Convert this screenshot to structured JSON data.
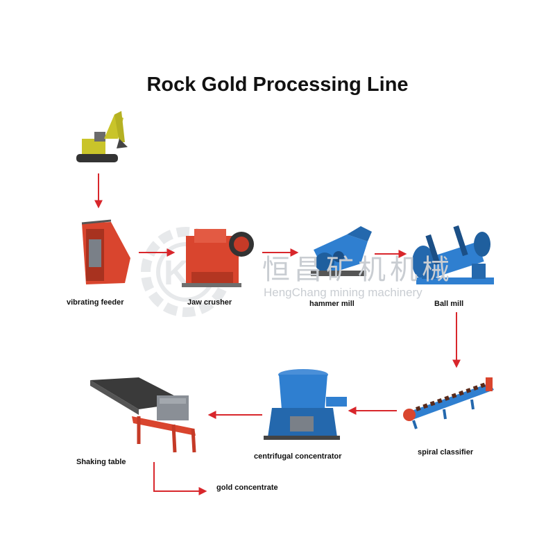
{
  "title": "Rock Gold Processing Line",
  "watermark": {
    "chinese": "恒昌矿机机械",
    "english": "HengChang mining machinery"
  },
  "steps": [
    {
      "id": "excavator",
      "label": ""
    },
    {
      "id": "vibrating-feeder",
      "label": "vibrating feeder"
    },
    {
      "id": "jaw-crusher",
      "label": "Jaw crusher"
    },
    {
      "id": "hammer-mill",
      "label": "hammer mill"
    },
    {
      "id": "ball-mill",
      "label": "Ball mill"
    },
    {
      "id": "spiral-classifier",
      "label": "spiral classifier"
    },
    {
      "id": "centrifugal-concentrator",
      "label": "centrifugal concentrator"
    },
    {
      "id": "shaking-table",
      "label": "Shaking table"
    },
    {
      "id": "gold-concentrate",
      "label": "gold concentrate"
    }
  ],
  "colors": {
    "arrow": "#d8262b",
    "machine_red": "#d9452e",
    "machine_blue": "#2f7fd0",
    "watermark": "#c9cdd2"
  }
}
